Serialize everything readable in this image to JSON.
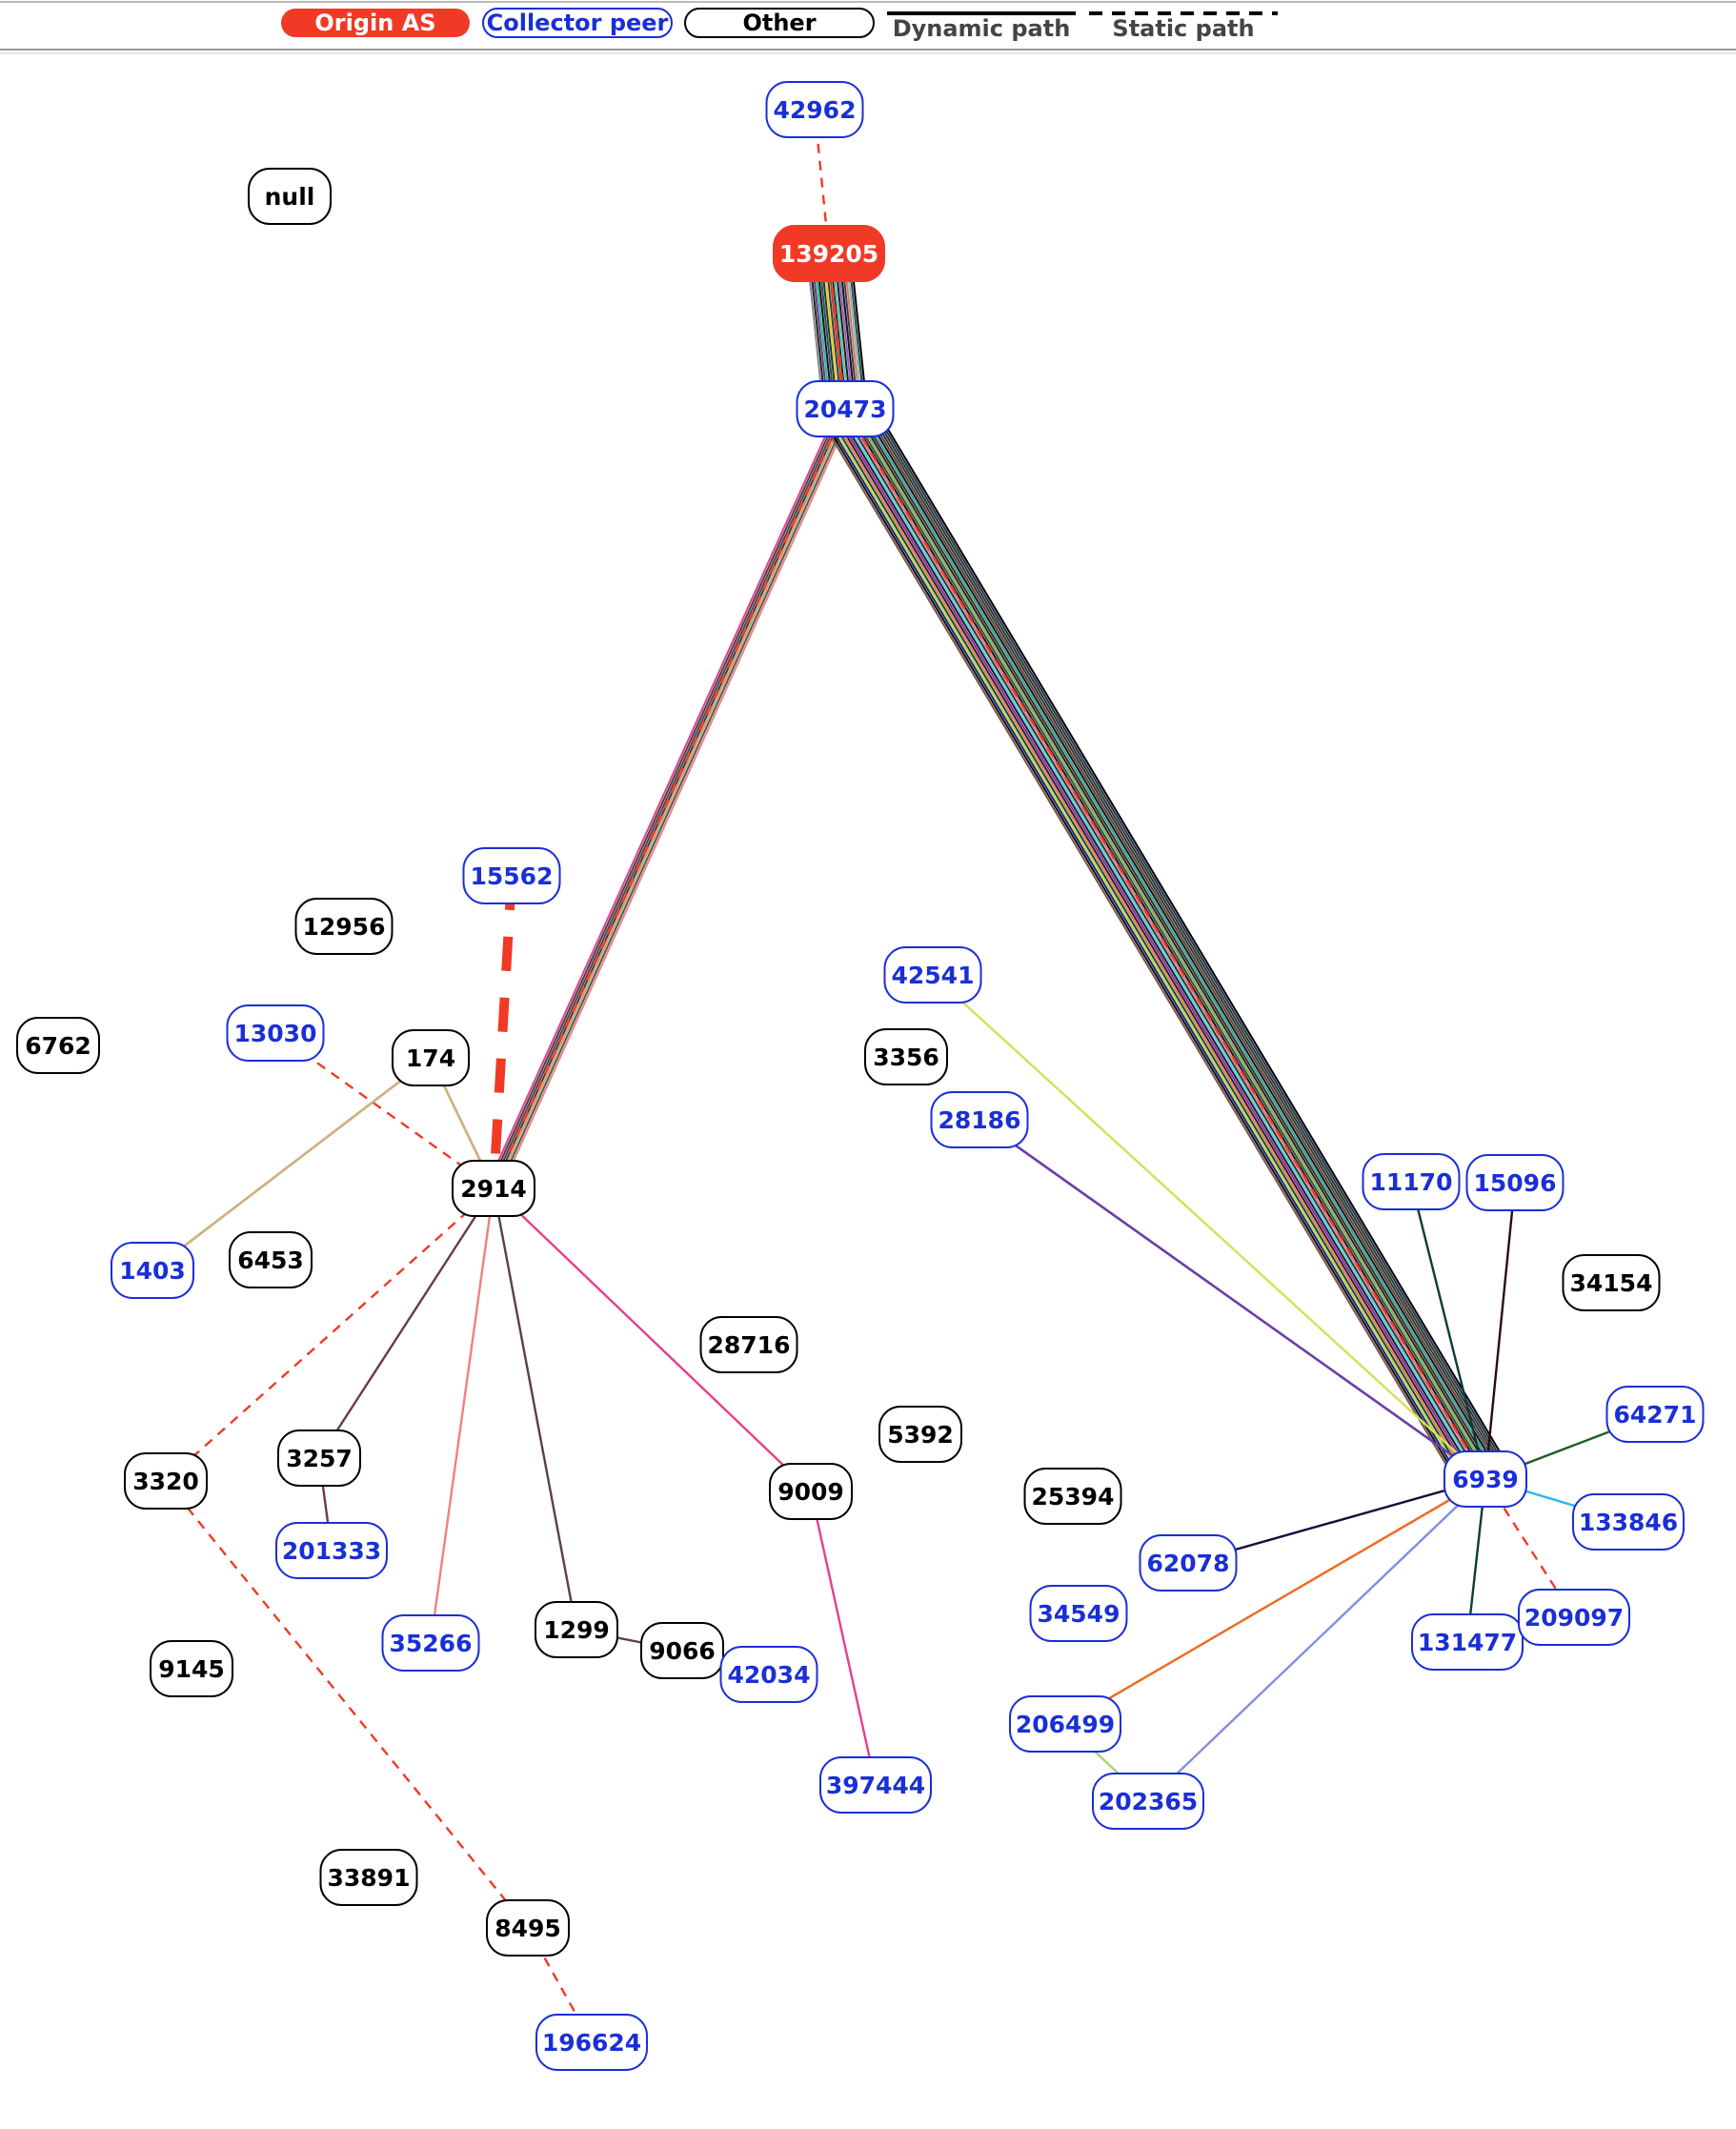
{
  "legend": {
    "origin": "Origin AS",
    "collector": "Collector peer",
    "other": "Other",
    "dynamic": "Dynamic path",
    "static": "Static path"
  },
  "colors": {
    "origin_fill": "#f03a26",
    "collector_text": "#1a2fd6",
    "collector_border": "#1a2fd6",
    "other_text": "#000000",
    "static_path": "#f03a26",
    "legend_text": "#444444"
  },
  "nodes": [
    {
      "id": "42962",
      "type": "collector"
    },
    {
      "id": "null",
      "type": "other"
    },
    {
      "id": "139205",
      "type": "origin"
    },
    {
      "id": "20473",
      "type": "collector"
    },
    {
      "id": "15562",
      "type": "collector"
    },
    {
      "id": "12956",
      "type": "other"
    },
    {
      "id": "6762",
      "type": "other"
    },
    {
      "id": "13030",
      "type": "collector"
    },
    {
      "id": "174",
      "type": "other"
    },
    {
      "id": "2914",
      "type": "other"
    },
    {
      "id": "1403",
      "type": "collector"
    },
    {
      "id": "6453",
      "type": "other"
    },
    {
      "id": "42541",
      "type": "collector"
    },
    {
      "id": "3356",
      "type": "other"
    },
    {
      "id": "28186",
      "type": "collector"
    },
    {
      "id": "11170",
      "type": "collector"
    },
    {
      "id": "15096",
      "type": "collector"
    },
    {
      "id": "34154",
      "type": "other"
    },
    {
      "id": "28716",
      "type": "other"
    },
    {
      "id": "5392",
      "type": "other"
    },
    {
      "id": "3320",
      "type": "other"
    },
    {
      "id": "3257",
      "type": "other"
    },
    {
      "id": "9009",
      "type": "other"
    },
    {
      "id": "25394",
      "type": "other"
    },
    {
      "id": "64271",
      "type": "collector"
    },
    {
      "id": "6939",
      "type": "collector"
    },
    {
      "id": "201333",
      "type": "collector"
    },
    {
      "id": "62078",
      "type": "collector"
    },
    {
      "id": "133846",
      "type": "collector"
    },
    {
      "id": "9145",
      "type": "other"
    },
    {
      "id": "35266",
      "type": "collector"
    },
    {
      "id": "1299",
      "type": "other"
    },
    {
      "id": "9066",
      "type": "other"
    },
    {
      "id": "42034",
      "type": "collector"
    },
    {
      "id": "34549",
      "type": "collector"
    },
    {
      "id": "131477",
      "type": "collector"
    },
    {
      "id": "209097",
      "type": "collector"
    },
    {
      "id": "206499",
      "type": "collector"
    },
    {
      "id": "397444",
      "type": "collector"
    },
    {
      "id": "202365",
      "type": "collector"
    },
    {
      "id": "33891",
      "type": "other"
    },
    {
      "id": "8495",
      "type": "other"
    },
    {
      "id": "196624",
      "type": "collector"
    }
  ],
  "edges": [
    {
      "from": "42962",
      "to": "139205",
      "style": "static",
      "color": "#f03a26"
    },
    {
      "from": "139205",
      "to": "20473",
      "style": "bundle",
      "count": 20,
      "colors": [
        "#000000",
        "#2e4a3a",
        "#7fb3d5",
        "#e07b39",
        "#3a3a6b",
        "#111111",
        "#9b59b6",
        "#1a1a1a",
        "#48c9b0",
        "#222222",
        "#c0392b",
        "#2c3e50",
        "#f1c40f",
        "#0b3d2e",
        "#34495e",
        "#111111",
        "#1abc9c",
        "#6c3483",
        "#222222",
        "#7f8c8d"
      ]
    },
    {
      "from": "139205",
      "to": "20473",
      "style": "static",
      "color": "#f03a26"
    },
    {
      "from": "20473",
      "to": "2914",
      "style": "bundle",
      "count": 7,
      "colors": [
        "#f08080",
        "#4a5a5a",
        "#c9a36a",
        "#3a3a3a",
        "#6b3a4a",
        "#444444",
        "#e83e8c"
      ]
    },
    {
      "from": "20473",
      "to": "2914",
      "style": "static",
      "color": "#f03a26"
    },
    {
      "from": "20473",
      "to": "6939",
      "style": "bundle",
      "count": 24,
      "colors": [
        "#000000",
        "#2c2c4a",
        "#1f3d2f",
        "#333333",
        "#5d4037",
        "#111111",
        "#26a69a",
        "#3e2723",
        "#222222",
        "#7cb342",
        "#37474f",
        "#111111",
        "#e57373",
        "#263238",
        "#4dd0e1",
        "#1b1b1b",
        "#8e24aa",
        "#212121",
        "#ff7043",
        "#004d40",
        "#c6d23a",
        "#1a237e",
        "#0d0d0d",
        "#795548"
      ]
    },
    {
      "from": "20473",
      "to": "6939",
      "style": "static",
      "color": "#f03a26"
    },
    {
      "from": "15562",
      "to": "2914",
      "style": "static-thick",
      "color": "#f03a26"
    },
    {
      "from": "13030",
      "to": "2914",
      "style": "static",
      "color": "#f03a26"
    },
    {
      "from": "174",
      "to": "2914",
      "style": "dynamic",
      "color": "#4a5a6a"
    },
    {
      "from": "174",
      "to": "2914",
      "style": "dynamic",
      "color": "#d4b27a"
    },
    {
      "from": "174",
      "to": "1403",
      "style": "dynamic",
      "color": "#4a5a6a"
    },
    {
      "from": "174",
      "to": "1403",
      "style": "dynamic",
      "color": "#d4b27a"
    },
    {
      "from": "2914",
      "to": "3320",
      "style": "static",
      "color": "#f03a26"
    },
    {
      "from": "2914",
      "to": "3257",
      "style": "dynamic",
      "color": "#6b3a4a"
    },
    {
      "from": "2914",
      "to": "35266",
      "style": "dynamic",
      "color": "#f08080"
    },
    {
      "from": "2914",
      "to": "1299",
      "style": "dynamic",
      "color": "#5a4048"
    },
    {
      "from": "2914",
      "to": "9009",
      "style": "dynamic",
      "color": "#e83e8c"
    },
    {
      "from": "3257",
      "to": "201333",
      "style": "dynamic",
      "color": "#6b3a4a"
    },
    {
      "from": "1299",
      "to": "9066",
      "style": "dynamic",
      "color": "#5a4048"
    },
    {
      "from": "9066",
      "to": "42034",
      "style": "dynamic",
      "color": "#5a4048"
    },
    {
      "from": "9009",
      "to": "397444",
      "style": "dynamic",
      "color": "#e83e8c"
    },
    {
      "from": "3320",
      "to": "8495",
      "style": "static",
      "color": "#f03a26"
    },
    {
      "from": "8495",
      "to": "196624",
      "style": "static",
      "color": "#f03a26"
    },
    {
      "from": "42541",
      "to": "6939",
      "style": "dynamic",
      "color": "#d4e157"
    },
    {
      "from": "28186",
      "to": "6939",
      "style": "dynamic",
      "color": "#4a2a0a"
    },
    {
      "from": "28186",
      "to": "6939",
      "style": "dynamic",
      "color": "#6a3db0"
    },
    {
      "from": "11170",
      "to": "6939",
      "style": "dynamic",
      "color": "#0b3d3a"
    },
    {
      "from": "15096",
      "to": "6939",
      "style": "dynamic",
      "color": "#2a0a1a"
    },
    {
      "from": "64271",
      "to": "6939",
      "style": "dynamic",
      "color": "#1b5e20"
    },
    {
      "from": "133846",
      "to": "6939",
      "style": "dynamic",
      "color": "#29b6f6"
    },
    {
      "from": "62078",
      "to": "6939",
      "style": "dynamic",
      "color": "#1a0a3a"
    },
    {
      "from": "131477",
      "to": "6939",
      "style": "dynamic",
      "color": "#0b3d3a"
    },
    {
      "from": "209097",
      "to": "6939",
      "style": "static",
      "color": "#f03a26"
    },
    {
      "from": "206499",
      "to": "6939",
      "style": "dynamic",
      "color": "#a5d66b"
    },
    {
      "from": "206499",
      "to": "6939",
      "style": "dynamic",
      "color": "#f06a24"
    },
    {
      "from": "202365",
      "to": "6939",
      "style": "dynamic",
      "color": "#7f8fe0"
    },
    {
      "from": "206499",
      "to": "202365",
      "style": "dynamic",
      "color": "#a5d66b"
    }
  ]
}
